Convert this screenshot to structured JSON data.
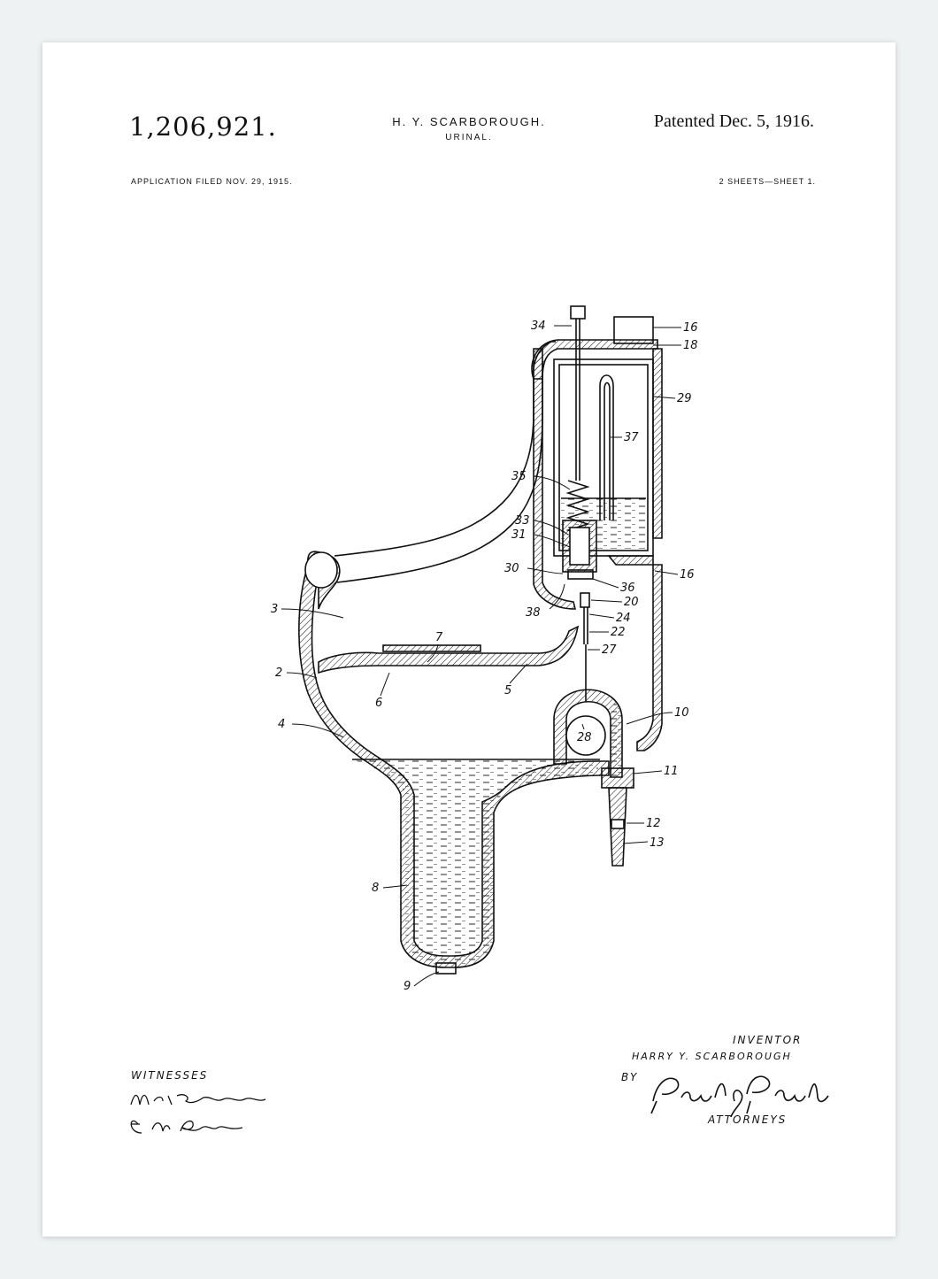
{
  "header": {
    "patent_number": "1,206,921.",
    "inventor": "H. Y. SCARBOROUGH.",
    "invention": "URINAL.",
    "patented": "Patented Dec. 5, 1916.",
    "application_filed": "APPLICATION FILED NOV. 29, 1915.",
    "sheets": "2 SHEETS—SHEET 1."
  },
  "figure": {
    "reference_numerals": [
      "34",
      "16",
      "18",
      "29",
      "37",
      "35",
      "33",
      "31",
      "30",
      "16",
      "36",
      "20",
      "24",
      "22",
      "27",
      "3",
      "38",
      "7",
      "2",
      "6",
      "5",
      "4",
      "10",
      "28",
      "11",
      "12",
      "13",
      "8",
      "9"
    ]
  },
  "footer": {
    "witnesses_label": "WITNESSES",
    "inventor_label": "INVENTOR",
    "inventor_signature": "HARRY Y. SCARBOROUGH",
    "by_label": "BY",
    "attorneys_label": "ATTORNEYS"
  }
}
